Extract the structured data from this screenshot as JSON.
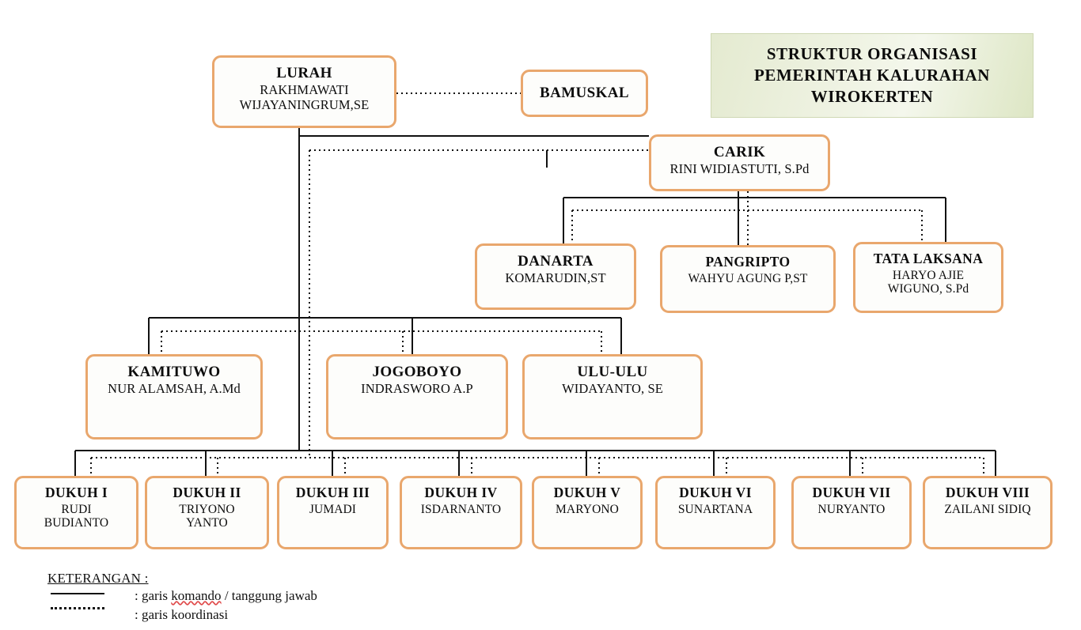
{
  "banner": {
    "line1": "STRUKTUR ORGANISASI",
    "line2": "PEMERINTAH KALURAHAN",
    "line3": "WIROKERTEN",
    "gradient_from": "#e4ead0",
    "gradient_to": "#dde6c4"
  },
  "colors": {
    "box_border": "#e9a76d",
    "box_fill": "#fdfdfb",
    "line_command": "#111111",
    "line_coordination": "#111111",
    "text": "#0d0d0d"
  },
  "nodes": {
    "lurah": {
      "title": "LURAH",
      "name": "RAKHMAWATI\nWIJAYANINGRUM,SE"
    },
    "bamuskal": {
      "title": "BAMUSKAL",
      "name": ""
    },
    "carik": {
      "title": "CARIK",
      "name": "RINI WIDIASTUTI, S.Pd"
    },
    "danarta": {
      "title": "DANARTA",
      "name": "KOMARUDIN,ST"
    },
    "pangripto": {
      "title": "PANGRIPTO",
      "name": "WAHYU AGUNG P,ST"
    },
    "tatalaksana": {
      "title": "TATA LAKSANA",
      "name": "HARYO AJIE\nWIGUNO, S.Pd"
    },
    "kamituwo": {
      "title": "KAMITUWO",
      "name": "NUR ALAMSAH, A.Md"
    },
    "jogoboyo": {
      "title": "JOGOBOYO",
      "name": "INDRASWORO A.P"
    },
    "uluulu": {
      "title": "ULU-ULU",
      "name": "WIDAYANTO, SE"
    },
    "dukuh1": {
      "title": "DUKUH I",
      "name": "RUDI\nBUDIANTO"
    },
    "dukuh2": {
      "title": "DUKUH II",
      "name": "TRIYONO\nYANTO"
    },
    "dukuh3": {
      "title": "DUKUH III",
      "name": "JUMADI"
    },
    "dukuh4": {
      "title": "DUKUH IV",
      "name": "ISDARNANTO"
    },
    "dukuh5": {
      "title": "DUKUH V",
      "name": "MARYONO"
    },
    "dukuh6": {
      "title": "DUKUH VI",
      "name": "SUNARTANA"
    },
    "dukuh7": {
      "title": "DUKUH VII",
      "name": "NURYANTO"
    },
    "dukuh8": {
      "title": "DUKUH VIII",
      "name": "ZAILANI SIDIQ"
    }
  },
  "legend": {
    "heading": "KETERANGAN :",
    "command_label": ": garis komando / tanggung jawab",
    "command_word_flagged": "komando",
    "coordination_label": ": garis koordinasi",
    "solid_icon": "solid-line-icon",
    "dotted_icon": "dotted-line-icon"
  }
}
